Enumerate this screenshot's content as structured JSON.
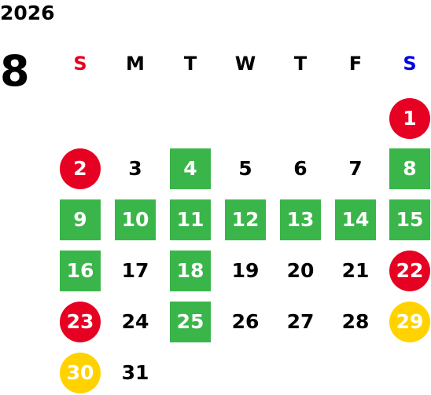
{
  "calendar": {
    "year": "2026",
    "month": "8",
    "weekdays": [
      "S",
      "M",
      "T",
      "W",
      "T",
      "F",
      "S"
    ],
    "weekday_colors": [
      "#e60022",
      "#000000",
      "#000000",
      "#000000",
      "#000000",
      "#000000",
      "#0000e6"
    ],
    "first_weekday_index": 6,
    "days": [
      {
        "label": "1",
        "style": "red"
      },
      {
        "label": "2",
        "style": "red"
      },
      {
        "label": "3",
        "style": "plain"
      },
      {
        "label": "4",
        "style": "green"
      },
      {
        "label": "5",
        "style": "plain"
      },
      {
        "label": "6",
        "style": "plain"
      },
      {
        "label": "7",
        "style": "plain"
      },
      {
        "label": "8",
        "style": "green"
      },
      {
        "label": "9",
        "style": "green"
      },
      {
        "label": "10",
        "style": "green"
      },
      {
        "label": "11",
        "style": "green"
      },
      {
        "label": "12",
        "style": "green"
      },
      {
        "label": "13",
        "style": "green"
      },
      {
        "label": "14",
        "style": "green"
      },
      {
        "label": "15",
        "style": "green"
      },
      {
        "label": "16",
        "style": "green"
      },
      {
        "label": "17",
        "style": "plain"
      },
      {
        "label": "18",
        "style": "green"
      },
      {
        "label": "19",
        "style": "plain"
      },
      {
        "label": "20",
        "style": "plain"
      },
      {
        "label": "21",
        "style": "plain"
      },
      {
        "label": "22",
        "style": "red"
      },
      {
        "label": "23",
        "style": "red"
      },
      {
        "label": "24",
        "style": "plain"
      },
      {
        "label": "25",
        "style": "green"
      },
      {
        "label": "26",
        "style": "plain"
      },
      {
        "label": "27",
        "style": "plain"
      },
      {
        "label": "28",
        "style": "plain"
      },
      {
        "label": "29",
        "style": "yellow"
      },
      {
        "label": "30",
        "style": "yellow"
      },
      {
        "label": "31",
        "style": "plain"
      }
    ]
  }
}
